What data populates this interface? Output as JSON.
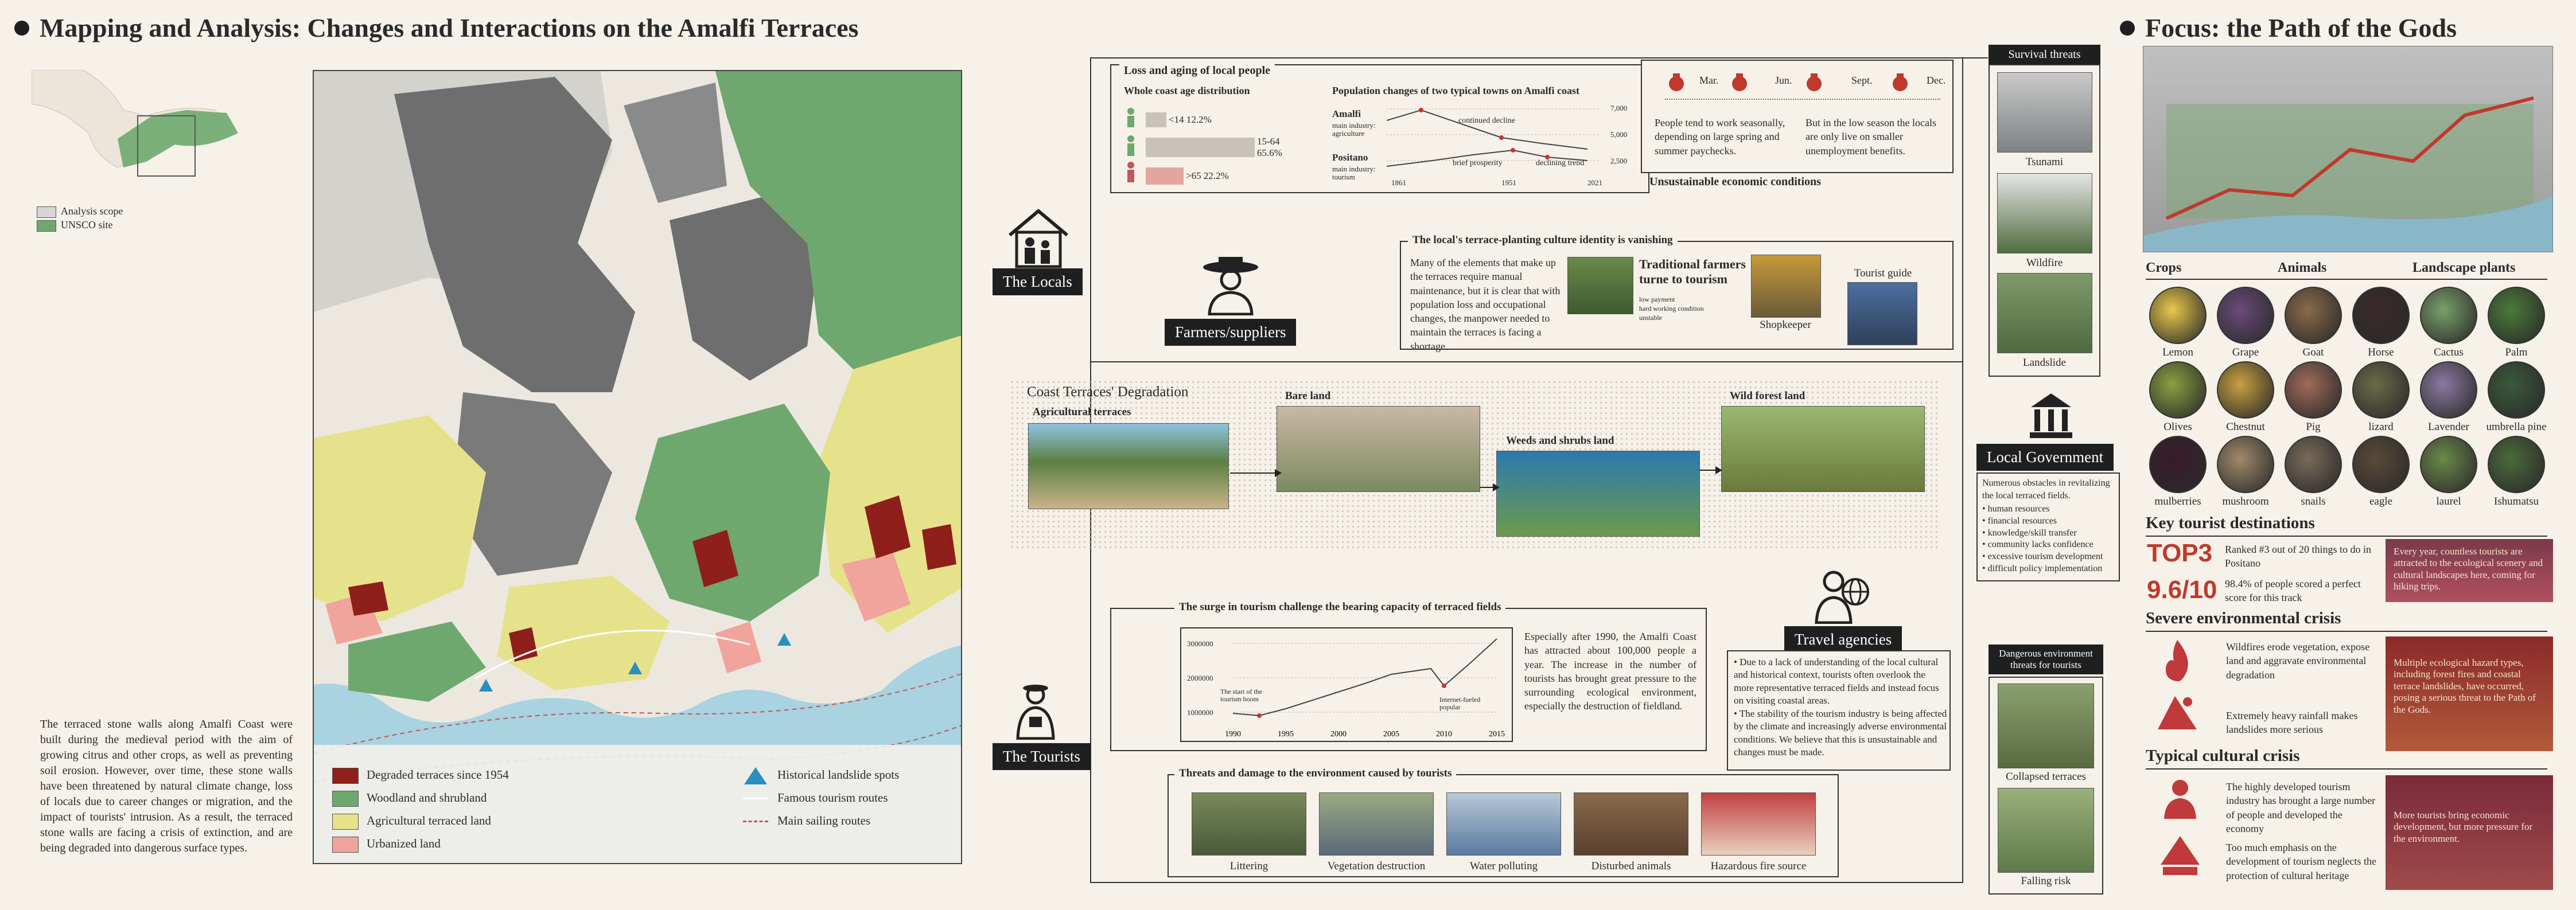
{
  "left": {
    "title": "Mapping and Analysis:  Changes and Interactions on the Amalfi Terraces",
    "inset_legend": [
      "Analysis scope",
      "UNSCO site"
    ],
    "paragraph": "The terraced stone walls along Amalfi Coast were built during the medieval period with the aim of growing citrus and other crops, as well as preventing soil erosion. However, over time, these stone walls have been threatened by natural climate change, loss of locals due to career changes or migration, and the impact of tourists' intrusion. As a result, the terraced stone walls are facing a crisis of extinction, and are being degraded into dangerous surface types.",
    "legend": [
      "Degraded terraces since 1954",
      "Woodland and shrubland",
      "Agricultural terraced land",
      "Urbanized land"
    ],
    "legend2": [
      "Historical landslide spots",
      "Famous tourism routes",
      "Main sailing routes"
    ],
    "colors": {
      "degraded": "#8e1f1a",
      "woodland": "#6fa86f",
      "agri": "#e6e28c",
      "urban": "#f0a49c",
      "built": "#6e6e6e",
      "sea": "#a9d3e0"
    }
  },
  "locals": {
    "label": "The Locals",
    "loss_title": "Loss and aging of local people",
    "age_title": "Whole coast age distribution",
    "ages": [
      {
        "label": "<14 12.2%",
        "pct": 12.2
      },
      {
        "label": "15-64",
        "extra": "65.6%",
        "pct": 65.6
      },
      {
        "label": ">65 22.2%",
        "pct": 22.2
      }
    ],
    "pop_title": "Population changes of two typical towns on Amalfi coast",
    "towns": [
      {
        "name": "Amalfi",
        "ind": "main industry: agriculture"
      },
      {
        "name": "Positano",
        "ind": "main industry: tourism"
      }
    ],
    "pop_notes": [
      "continued decline",
      "brief prosperity",
      "declining trend"
    ],
    "pop_y": [
      "7,000",
      "5,000",
      "2,500"
    ],
    "pop_x": [
      "1861",
      "1951",
      "2021"
    ],
    "months": [
      "Mar.",
      "Jun.",
      "Sept.",
      "Dec."
    ],
    "season_text1": "People tend to work seasonally, depending on large spring and summer paychecks.",
    "season_text2": "But in the low season the locals are only live on smaller unemployment benefits.",
    "unsust": "Unsustainable economic conditions",
    "survival": "Survival threats",
    "threats": [
      "Tsunami",
      "Wildfire",
      "Landslide"
    ]
  },
  "farmers": {
    "label": "Farmers/suppliers",
    "title": "The local's terrace-planting culture identity is vanishing",
    "text": "Many of the elements that make up the terraces require manual maintenance, but it is clear that with population loss and occupational changes, the manpower needed to maintain the terraces is facing a shortage.",
    "trad": "Traditional farmers turne to tourism",
    "small": "low payment\nhard working condition\nunstable",
    "shop": "Shopkeeper",
    "guide": "Tourist guide"
  },
  "degr": {
    "title": "Coast Terraces' Degradation",
    "stages": [
      "Agricultural terraces",
      "Bare land",
      "Weeds and shrubs land",
      "Wild forest land"
    ]
  },
  "gov": {
    "label": "Local Government",
    "intro": "Numerous obstacles in revitalizing the local terraced fields.",
    "items": [
      "human resources",
      "financial resources",
      "knowledge/skill transfer",
      "community lacks confidence",
      "excessive tourism development",
      "difficult policy implementation"
    ]
  },
  "tourists": {
    "label": "The Tourists",
    "title": "The surge in tourism challenge the bearing capacity of terraced fields",
    "chart_data": {
      "type": "line",
      "x": [
        1990,
        1995,
        2000,
        2005,
        2010,
        2015
      ],
      "y_ticks": [
        "3000000",
        "2000000",
        "1000000"
      ],
      "annotations": [
        "The start of the tourism boom",
        "Internet-fueled popular"
      ]
    },
    "text": "Especially after 1990, the Amalfi Coast has attracted about 100,000 people a year. The increase in the number of tourists has brought great pressure to the surrounding ecological environment, especially the destruction of fieldland.",
    "threats_title": "Threats and damage to the environment caused by tourists",
    "damages": [
      "Littering",
      "Vegetation destruction",
      "Water polluting",
      "Disturbed animals",
      "Hazardous fire source"
    ]
  },
  "agency": {
    "label": "Travel agencies",
    "bullets": [
      "Due to a lack of understanding of the local cultural and historical context, tourists often overlook the more representative terraced fields and instead focus on visiting coastal areas.",
      "The stability of the tourism industry is being affected by the climate and increasingly adverse environmental conditions. We believe that this is unsustainable and changes must be made."
    ],
    "danger": "Dangerous environment threats for tourists",
    "danger_items": [
      "Collapsed terraces",
      "Falling risk"
    ]
  },
  "right": {
    "title": "Focus: the Path of the Gods",
    "cols": [
      "Crops",
      "Animals",
      "Landscape plants"
    ],
    "species": [
      "Lemon",
      "Grape",
      "Goat",
      "Horse",
      "Cactus",
      "Palm",
      "Olives",
      "Chestnut",
      "Pig",
      "lizard",
      "Lavender",
      "umbrella pine",
      "mulberries",
      "mushroom",
      "snails",
      "eagle",
      "laurel",
      "Ishumatsu"
    ],
    "key": "Key tourist destinations",
    "top": "TOP3",
    "top_text": "Ranked #3 out of 20 things to do in Positano",
    "score": "9.6/10",
    "score_text": "98.4% of people scored a perfect score for this track",
    "key_side": "Every year, countless tourists are attracted to the ecological scenery and cultural landscapes here, coming for hiking trips.",
    "env": "Severe environmental crisis",
    "env1": "Wildfires erode vegetation, expose land and aggravate environmental degradation",
    "env2": "Extremely heavy rainfall makes landslides more serious",
    "env_side": "Multiple ecological hazard types, including forest fires and coastal terrace landslides, have occurred, posing a serious threat to the Path of the Gods.",
    "cult": "Typical cultural crisis",
    "cult1": "The highly developed tourism industry has brought a large number of people and developed the economy",
    "cult2": "Too much emphasis on the development of tourism neglects the protection of cultural heritage",
    "cult_side": "More tourists bring economic development, but more pressure for the environment."
  }
}
